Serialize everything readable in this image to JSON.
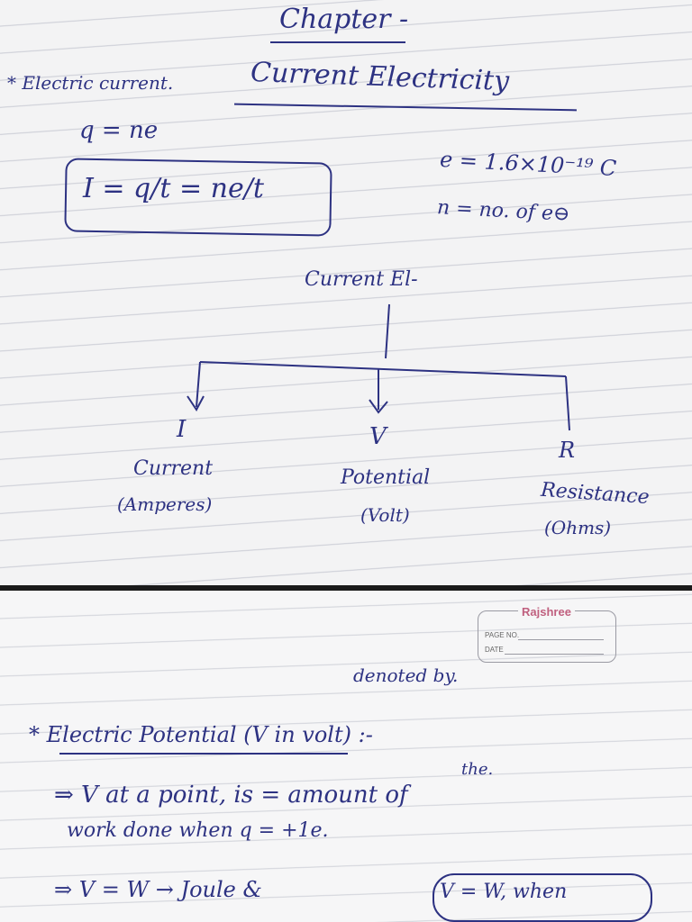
{
  "top_page": {
    "chapter": "Chapter -",
    "title": "Current Electricity",
    "section_heading": "* Electric current.",
    "eq_charge": "q = ne",
    "boxed_formula": "I = q/t = ne/t",
    "electron_charge": "e = 1.6×10⁻¹⁹ C",
    "n_def": "n = no. of e⊖",
    "diagram": {
      "root": "Current El-",
      "branches": [
        {
          "symbol": "I",
          "name": "Current",
          "unit": "(Amperes)"
        },
        {
          "symbol": "V",
          "name": "Potential",
          "unit": "(Volt)"
        },
        {
          "symbol": "R",
          "name": "Resistance",
          "unit": "(Ohms)"
        }
      ]
    }
  },
  "bottom_page": {
    "brand": "Rajshree",
    "page_no_label": "PAGE NO.",
    "date_label": "DATE",
    "annotation_denoted": "denoted by.",
    "heading": "* Electric Potential (V in volt) :-",
    "annotation_the": "the.",
    "line1": "⇒ V at a point, is = amount of",
    "line2": "work done when q = +1e.",
    "line3_a": "⇒  V = W → Joule &",
    "line3_b": "V = W, when"
  },
  "colors": {
    "ink": "#2d3282",
    "paper": "#f3f3f4",
    "rule": "#c9cbd4",
    "brand": "#c0607f"
  }
}
